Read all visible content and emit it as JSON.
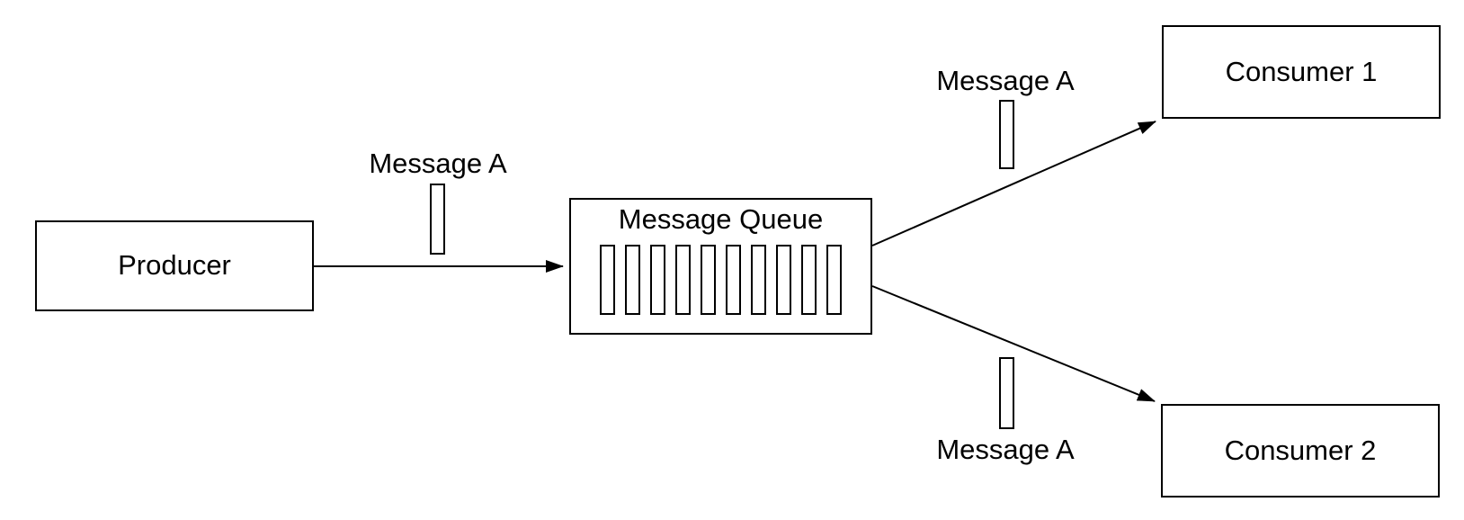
{
  "diagram": {
    "background_color": "#ffffff",
    "stroke_color": "#000000",
    "nodes": {
      "producer": {
        "label": "Producer"
      },
      "queue": {
        "label": "Message Queue",
        "slot_count": 10
      },
      "consumer1": {
        "label": "Consumer 1"
      },
      "consumer2": {
        "label": "Consumer 2"
      }
    },
    "edges": [
      {
        "from": "Producer",
        "to": "Message Queue",
        "label": "Message A"
      },
      {
        "from": "Message Queue",
        "to": "Consumer 1",
        "label": "Message A"
      },
      {
        "from": "Message Queue",
        "to": "Consumer 2",
        "label": "Message A"
      }
    ]
  }
}
